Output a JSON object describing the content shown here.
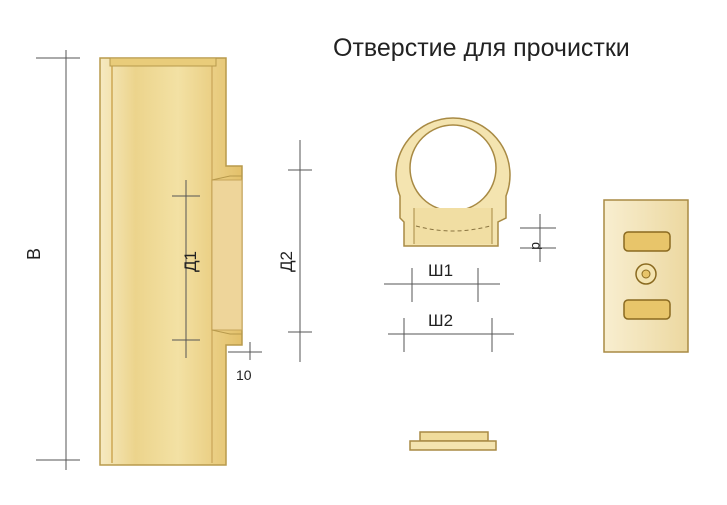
{
  "title": "Отверстие для прочистки",
  "labels": {
    "height": "В",
    "inner_length": "Д1",
    "outer_length": "Д2",
    "wall": "10",
    "width_inner": "Ш1",
    "width_outer": "Ш2",
    "depth": "d"
  },
  "colors": {
    "body": "#f5e3a6",
    "body_dark": "#e2bd62",
    "outline": "#b89a4c",
    "dim": "#555555"
  }
}
